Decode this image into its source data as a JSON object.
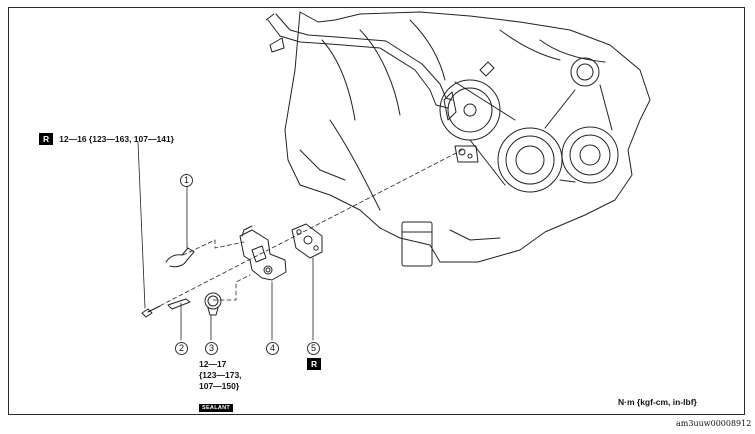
{
  "diagram": {
    "torque_spec_bolt": "12—16 {123—163, 107—141}",
    "replace_mark": "R",
    "callouts": [
      "1",
      "2",
      "3",
      "4",
      "5"
    ],
    "torque_spec_part3": [
      "12—17",
      "{123—173,",
      "107—150}"
    ],
    "sealant_label": "SEALANT",
    "units_label": "N·m {kgf-cm, in-lbf}",
    "figure_code": "am3uuw00008912"
  },
  "colors": {
    "line": "#222222",
    "box": "#000000"
  }
}
